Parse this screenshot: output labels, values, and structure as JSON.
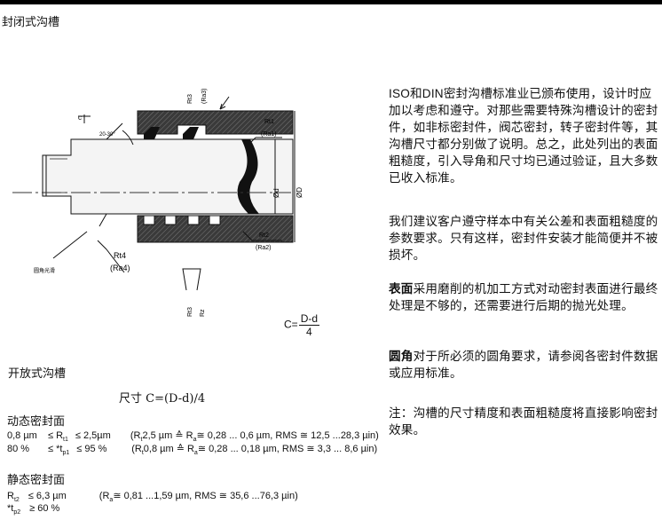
{
  "page": {
    "title": "封闭式沟槽"
  },
  "drawing": {
    "labels": {
      "c": "c",
      "angle": "20-30°",
      "rt3": "Rt3",
      "ra3": "(Ra3)",
      "rt1": "Rt1",
      "ra1": "(Ra1)",
      "rt2": "Rt2",
      "ra2": "(Ra2)",
      "rt4": "Rt4",
      "ra4": "(Ra4)",
      "rz": "Rz",
      "d_small": "Ød",
      "d_big": "ØD",
      "corner": "圆角光滑",
      "r_bottom_1": "Rt3",
      "r_bottom_2": "Rz"
    }
  },
  "formula": {
    "prefix": "C=",
    "numerator": "D-d",
    "denominator": "4"
  },
  "text": {
    "para1": "ISO和DIN密封沟槽标准业已颁布使用，设计时应加以考虑和遵守。对那些需要特殊沟槽设计的密封件，如非标密封件，阀芯密封，转子密封件等，其沟槽尺寸都分别做了说明。总之，此处列出的表面粗糙度，引入导角和尺寸均已通过验证，且大多数已收入标准。",
    "para2": "我们建议客户遵守样本中有关公差和表面粗糙度的参数要求。只有这样，密封件安装才能简便并不被损坏。",
    "para3_bold": "表面",
    "para3": "采用磨削的机加工方式对动密封表面进行最终处理是不够的，还需要进行后期的抛光处理。",
    "para4_bold": "圆角",
    "para4": "对于所必须的圆角要求，请参阅各密封件数据或应用标准。",
    "para5": "注：沟槽的尺寸精度和表面粗糙度将直接影响密封效果。"
  },
  "open_groove": {
    "label": "开放式沟槽",
    "dimension": "尺寸 C=(D-d)/4"
  },
  "dynamic": {
    "heading": "动态密封面",
    "row1": {
      "c1": "0,8 µm",
      "c2": "≤ R",
      "c2sub": "t1",
      "c3": "≤ 2,5µm",
      "c4": "(R",
      "c4sub": "t",
      "c5": " 2,5 µm ≙  R",
      "c5sub": "a",
      "c6": " ≅ 0,28 ... 0,6 µm, RMS ≅ 12,5 ...28,3 µin)"
    },
    "row2": {
      "c1": "80 %",
      "c2": "≤ *t",
      "c2sub": "p1",
      "c3": "≤ 95 %",
      "c4": "(R",
      "c4sub": "t",
      "c5": " 0,8 µm ≙  R",
      "c5sub": "a",
      "c6": " ≅ 0,28 ... 0,18 µm, RMS ≅ 3,3 ... 8,6 µin)"
    }
  },
  "static": {
    "heading": "静态密封面",
    "row1": {
      "c1": "R",
      "c1sub": "t2",
      "c2": "≤ 6,3 µm",
      "c3": "(R",
      "c3sub": "a",
      "c4": " ≅ 0,81 ...1,59 µm, RMS ≅ 35,6 ...76,3 µin)"
    },
    "row2": {
      "c1": "*t",
      "c1sub": "p2",
      "c2": "≥ 60 %"
    }
  }
}
